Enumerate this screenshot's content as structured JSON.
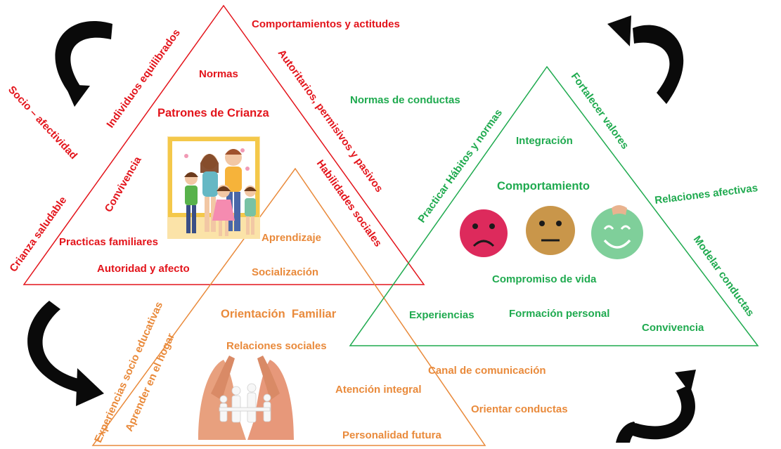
{
  "colors": {
    "red": "#e3141b",
    "green": "#1faa4f",
    "orange": "#e98a3b",
    "arrow": "#0a0a0a"
  },
  "red_triangle": {
    "top_label": "Comportamientos y actitudes",
    "normas": "Normas",
    "patrones": "Patrones de Crianza",
    "convivencia": "Convivencia",
    "practicas": "Practicas familiares",
    "autoridad": "Autoridad y afecto",
    "right_side_1": "Autoritarios, permisivos y pasivos",
    "right_side_2": "Habilidades sociales",
    "left_side_1": "Individuos equilibrados",
    "left_side_2": "Crianza saludable",
    "outer_left": "Socio – afectividad",
    "family_image": "family-portrait-icon"
  },
  "green_triangle": {
    "top_left_label": "Normas de conductas",
    "left_side": "Practicar Hábitos y normas",
    "right_side": "Fortalecer valores",
    "integracion": "Integración",
    "comportamiento": "Comportamiento",
    "compromiso": "Compromiso de vida",
    "experiencias": "Experiencias",
    "formacion": "Formación personal",
    "convivencia": "Convivencia",
    "relaciones": "Relaciones afectivas",
    "modelar": "Modelar conductas",
    "faces": [
      "sad-face-icon",
      "neutral-face-icon",
      "happy-face-icon"
    ]
  },
  "orange_triangle": {
    "aprendizaje": "Aprendizaje",
    "socializacion": "Socialización",
    "orientacion": "Orientación  Familiar",
    "relaciones": "Relaciones sociales",
    "atencion": "Atención integral",
    "personalidad": "Personalidad futura",
    "left_side_1": "Experiencias socio educativas",
    "left_side_2": "Aprender en el hogar",
    "canal": "Canal de comunicación",
    "orientar": "Orientar conductas",
    "hands_image": "hands-family-icon"
  }
}
